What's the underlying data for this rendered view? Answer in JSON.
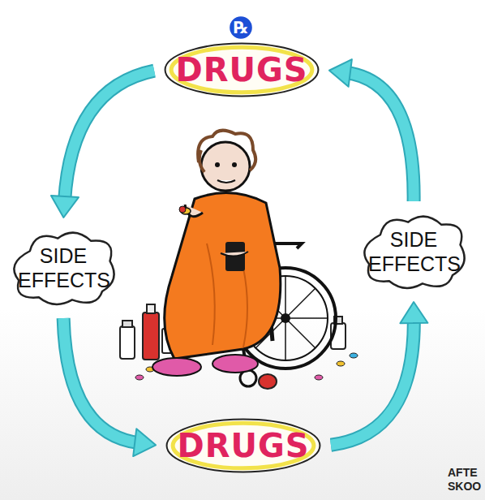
{
  "diagram": {
    "nodes": [
      {
        "text": [
          "℞"
        ]
      },
      {
        "text": [
          "DRUGS"
        ]
      },
      {
        "text": [
          "SIDE EFFECTS"
        ]
      },
      {
        "text": [
          "SIDE EFFECTS"
        ]
      },
      {
        "text": [
          "DRUGS"
        ]
      }
    ],
    "edges": [
      {
        "from": 1,
        "to": 2,
        "arrow": "to"
      },
      {
        "from": 2,
        "to": 4,
        "arrow": "to"
      },
      {
        "from": 4,
        "to": 3,
        "arrow": "to"
      },
      {
        "from": 3,
        "to": 1,
        "arrow": "to"
      }
    ],
    "labels": [
      "AFTE",
      "SKOO"
    ]
  }
}
